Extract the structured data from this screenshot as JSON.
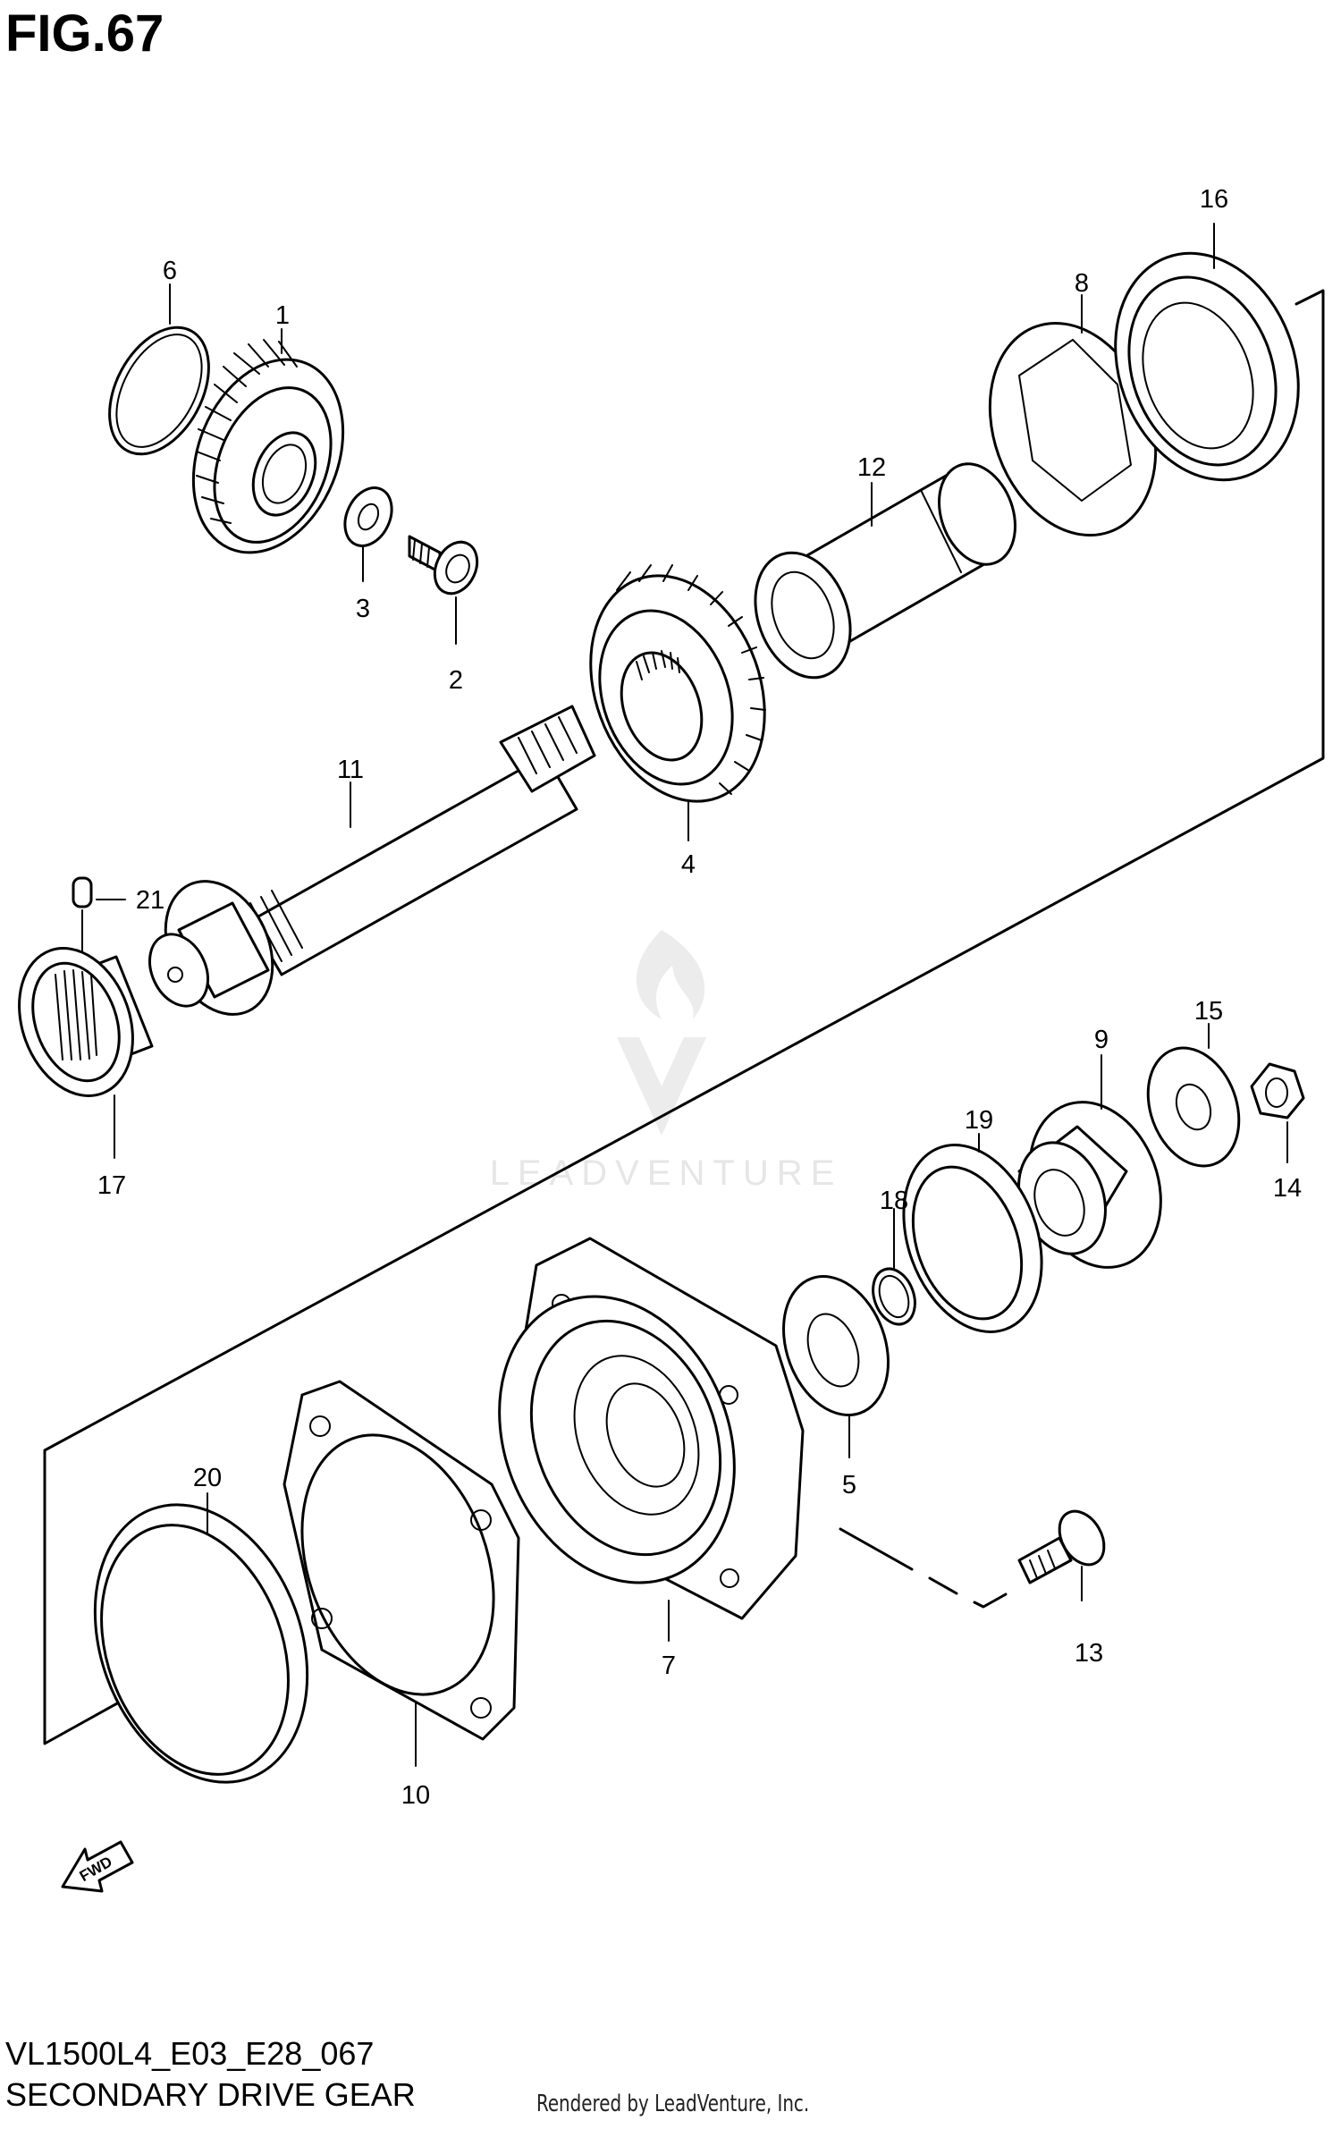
{
  "figure": {
    "title": "FIG.67",
    "code": "VL1500L4_E03_E28_067",
    "name": "SECONDARY DRIVE GEAR",
    "credit": "Rendered by LeadVenture, Inc."
  },
  "watermark": {
    "text": "LEADVENTURE"
  },
  "fwd_arrow": {
    "label": "FWD"
  },
  "callouts": {
    "c1": "1",
    "c2": "2",
    "c3": "3",
    "c4": "4",
    "c5": "5",
    "c6": "6",
    "c7": "7",
    "c8": "8",
    "c9": "9",
    "c10": "10",
    "c11": "11",
    "c12": "12",
    "c13": "13",
    "c14": "14",
    "c15": "15",
    "c16": "16",
    "c17": "17",
    "c18": "18",
    "c19": "19",
    "c20": "20",
    "c21": "21"
  }
}
